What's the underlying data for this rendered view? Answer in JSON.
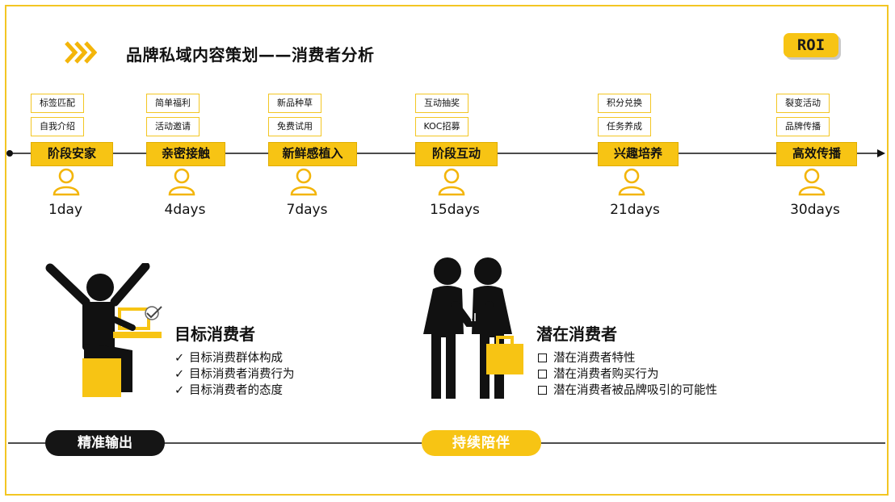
{
  "title": "品牌私域内容策划——消费者分析",
  "badge": "ROI",
  "timeline": [
    {
      "stage": "阶段安家",
      "tags": [
        "标签匹配",
        "自我介绍"
      ],
      "day": "1day"
    },
    {
      "stage": "亲密接触",
      "tags": [
        "简单福利",
        "活动邀请"
      ],
      "day": "4days"
    },
    {
      "stage": "新鲜感植入",
      "tags": [
        "新品种草",
        "免费试用"
      ],
      "day": "7days"
    },
    {
      "stage": "阶段互动",
      "tags": [
        "互动抽奖",
        "KOC招募"
      ],
      "day": "15days"
    },
    {
      "stage": "兴趣培养",
      "tags": [
        "积分兑换",
        "任务养成"
      ],
      "day": "21days"
    },
    {
      "stage": "高效传播",
      "tags": [
        "裂变活动",
        "品牌传播"
      ],
      "day": "30days"
    }
  ],
  "target": {
    "title": "目标消费者",
    "items": [
      "目标消费群体构成",
      "目标消费者消费行为",
      "目标消费者的态度"
    ]
  },
  "potential": {
    "title": "潜在消费者",
    "items": [
      "潜在消费者特性",
      "潜在消费者购买行为",
      "潜在消费者被品牌吸引的可能性"
    ]
  },
  "bottom": {
    "left": "精准输出",
    "right": "持续陪伴"
  },
  "colors": {
    "accent": "#f7c414",
    "dark": "#151515"
  },
  "icons": [
    "chevron-right-icon",
    "person-icon",
    "cheering-person-icon",
    "handshake-icon"
  ]
}
